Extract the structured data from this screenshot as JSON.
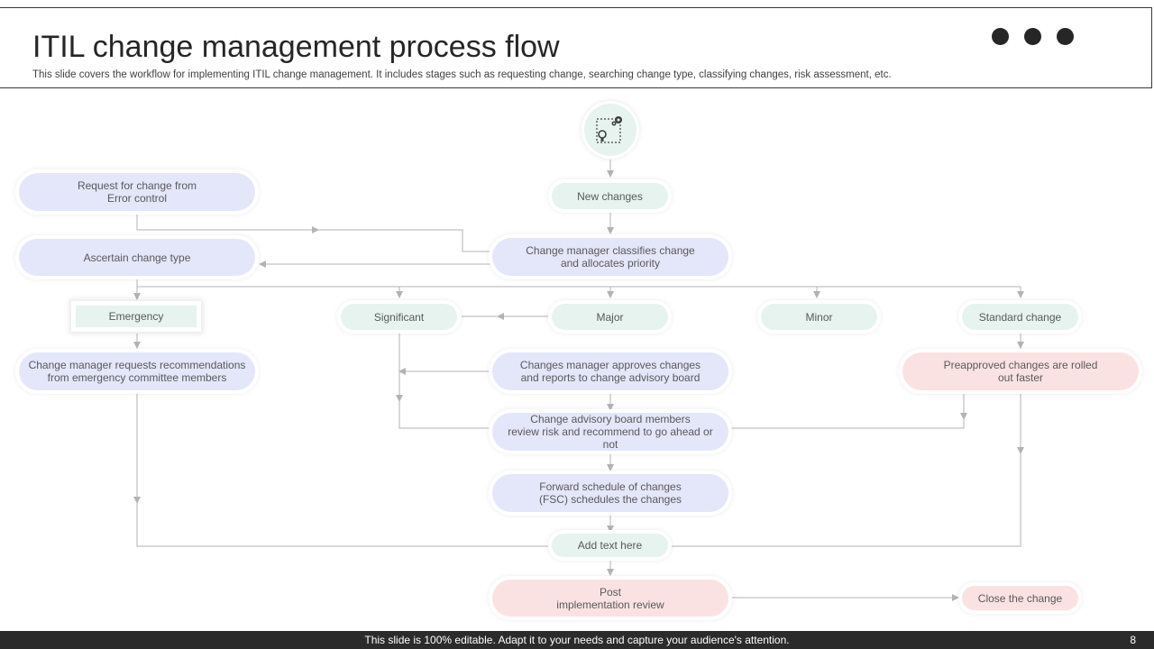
{
  "slide": {
    "title": "ITIL change management process flow",
    "subtitle": "This slide covers the workflow for implementing ITIL change management. It includes stages such as requesting change, searching change type, classifying changes, risk assessment, etc."
  },
  "flow": {
    "request_change": "Request for change from\nError control",
    "new_changes": "New changes",
    "classify": "Change manager classifies change\nand allocates priority",
    "ascertain": "Ascertain change type",
    "emergency": "Emergency",
    "significant": "Significant",
    "major": "Major",
    "minor": "Minor",
    "standard": "Standard change",
    "emergency_recs": "Change manager requests recommendations\nfrom emergency committee members",
    "approves": "Changes manager approves changes\nand reports to change advisory board",
    "preapproved": "Preapproved changes are rolled\nout faster",
    "cab_review": "Change advisory board members\nreview risk and recommend to go ahead or not",
    "fsc": "Forward schedule of changes\n(FSC) schedules the changes",
    "add_text": "Add text here",
    "post_review": "Post\nimplementation review",
    "close": "Close the change"
  },
  "footer": {
    "text": "This slide is 100% editable. Adapt it to your needs and capture your audience's attention.",
    "page": "8"
  },
  "colors": {
    "blue_node": "#e4e6fa",
    "green_node": "#e6f3ee",
    "pink_node": "#fbe2e2",
    "connector": "#b3b3b3"
  },
  "icons": {
    "top": "idea-gears-icon",
    "header": "three-dots-icon"
  }
}
